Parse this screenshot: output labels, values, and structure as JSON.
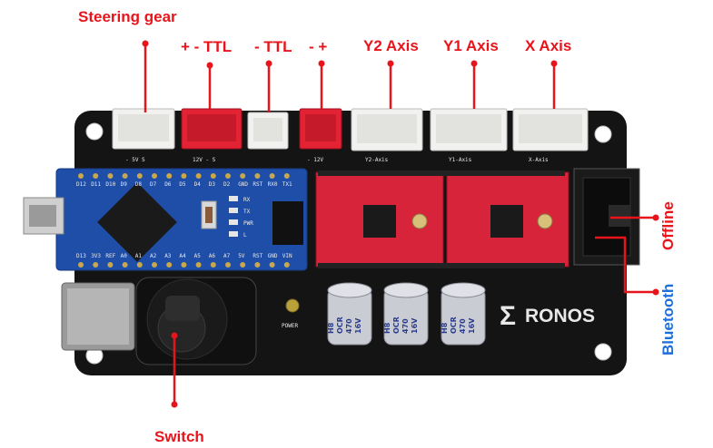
{
  "labels": {
    "steering_gear": "Steering gear",
    "ttl1": "+ - TTL",
    "ttl2": "- TTL",
    "power": "- +",
    "y2_axis": "Y2 Axis",
    "y1_axis": "Y1 Axis",
    "x_axis": "X Axis",
    "offline": "Offline",
    "bluetooth": "Bluetooth",
    "switch": "Switch"
  },
  "board": {
    "brand": "RONOS",
    "power_led": "POWER",
    "arduino_leds": [
      "RX",
      "TX",
      "PWR",
      "L"
    ],
    "connector_marks": {
      "servo": "- 5V S",
      "ttl": "12V - S",
      "power": "- 12V",
      "y2": "Y2-Axis",
      "y1": "Y1-Axis",
      "x": "X-Axis"
    },
    "capacitor_text": [
      "H8",
      "OCR",
      "470",
      "16V"
    ],
    "arduino_top_pins": [
      "D12",
      "D11",
      "D10",
      "D9",
      "D8",
      "D7",
      "D6",
      "D5",
      "D4",
      "D3",
      "D2",
      "GND",
      "RST",
      "RX0",
      "TX1"
    ],
    "arduino_bottom_pins": [
      "D13",
      "3V3",
      "REF",
      "A0",
      "A1",
      "A2",
      "A3",
      "A4",
      "A5",
      "A6",
      "A7",
      "5V",
      "RST",
      "GND",
      "VIN"
    ]
  },
  "colors": {
    "label_red": "#e8141b",
    "label_blue": "#1e6fd9",
    "pcb_black": "#141414",
    "driver_red": "#d8243a",
    "arduino_blue": "#1f4ea8"
  }
}
